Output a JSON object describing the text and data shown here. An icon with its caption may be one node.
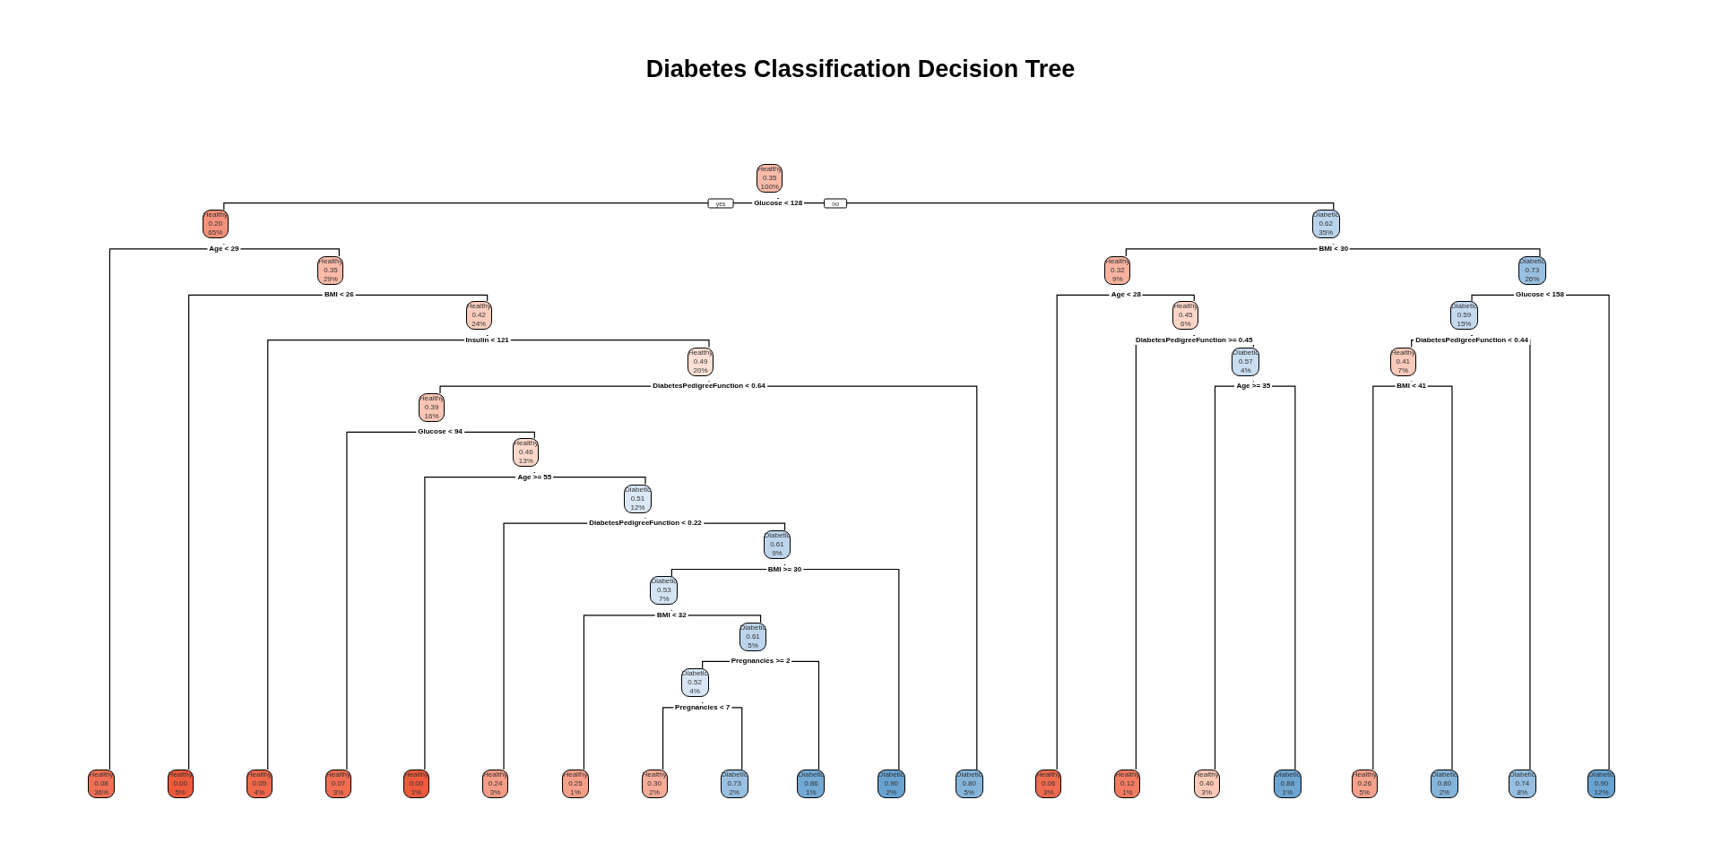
{
  "diagram": {
    "title": "Diabetes Classification Decision Tree",
    "nodes": [
      {
        "text": [
          "Healthy",
          "0.35",
          "100%"
        ]
      },
      {
        "text": [
          "Healthy",
          "0.20",
          "65%"
        ]
      },
      {
        "text": [
          "Diabetic",
          "0.62",
          "35%"
        ]
      },
      {
        "text": [
          "Healthy",
          "0.35",
          "29%"
        ]
      },
      {
        "text": [
          "Healthy",
          "0.32",
          "9%"
        ]
      },
      {
        "text": [
          "Diabetic",
          "0.73",
          "26%"
        ]
      },
      {
        "text": [
          "Healthy",
          "0.42",
          "24%"
        ]
      },
      {
        "text": [
          "Healthy",
          "0.45",
          "6%"
        ]
      },
      {
        "text": [
          "Diabetic",
          "0.59",
          "15%"
        ]
      },
      {
        "text": [
          "Healthy",
          "0.49",
          "20%"
        ]
      },
      {
        "text": [
          "Diabetic",
          "0.57",
          "4%"
        ]
      },
      {
        "text": [
          "Healthy",
          "0.41",
          "7%"
        ]
      },
      {
        "text": [
          "Healthy",
          "0.39",
          "16%"
        ]
      },
      {
        "text": [
          "Healthy",
          "0.46",
          "13%"
        ]
      },
      {
        "text": [
          "Diabetic",
          "0.51",
          "12%"
        ]
      },
      {
        "text": [
          "Diabetic",
          "0.61",
          "9%"
        ]
      },
      {
        "text": [
          "Diabetic",
          "0.53",
          "7%"
        ]
      },
      {
        "text": [
          "Diabetic",
          "0.61",
          "5%"
        ]
      },
      {
        "text": [
          "Diabetic",
          "0.52",
          "4%"
        ]
      },
      {
        "text": [
          "Healthy",
          "0.08",
          "36%"
        ]
      },
      {
        "text": [
          "Healthy",
          "0.00",
          "5%"
        ]
      },
      {
        "text": [
          "Healthy",
          "0.05",
          "4%"
        ]
      },
      {
        "text": [
          "Healthy",
          "0.07",
          "3%"
        ]
      },
      {
        "text": [
          "Healthy",
          "0.00",
          "1%"
        ]
      },
      {
        "text": [
          "Healthy",
          "0.24",
          "3%"
        ]
      },
      {
        "text": [
          "Healthy",
          "0.25",
          "1%"
        ]
      },
      {
        "text": [
          "Healthy",
          "0.30",
          "2%"
        ]
      },
      {
        "text": [
          "Diabetic",
          "0.73",
          "2%"
        ]
      },
      {
        "text": [
          "Diabetic",
          "0.86",
          "1%"
        ]
      },
      {
        "text": [
          "Diabetic",
          "0.90",
          "2%"
        ]
      },
      {
        "text": [
          "Diabetic",
          "0.80",
          "5%"
        ]
      },
      {
        "text": [
          "Healthy",
          "0.06",
          "3%"
        ]
      },
      {
        "text": [
          "Healthy",
          "0.12",
          "1%"
        ]
      },
      {
        "text": [
          "Healthy",
          "0.40",
          "3%"
        ]
      },
      {
        "text": [
          "Diabetic",
          "0.88",
          "1%"
        ]
      },
      {
        "text": [
          "Healthy",
          "0.26",
          "5%"
        ]
      },
      {
        "text": [
          "Diabetic",
          "0.80",
          "2%"
        ]
      },
      {
        "text": [
          "Diabetic",
          "0.74",
          "8%"
        ]
      },
      {
        "text": [
          "Diabetic",
          "0.90",
          "12%"
        ]
      }
    ],
    "edges": [
      {
        "from": 0,
        "to": 1,
        "arrow": "none",
        "label": "yes"
      },
      {
        "from": 0,
        "to": 2,
        "arrow": "none",
        "label": "no"
      },
      {
        "from": 1,
        "to": 19,
        "arrow": "none"
      },
      {
        "from": 1,
        "to": 3,
        "arrow": "none"
      },
      {
        "from": 3,
        "to": 20,
        "arrow": "none"
      },
      {
        "from": 3,
        "to": 6,
        "arrow": "none"
      },
      {
        "from": 6,
        "to": 21,
        "arrow": "none"
      },
      {
        "from": 6,
        "to": 9,
        "arrow": "none"
      },
      {
        "from": 9,
        "to": 12,
        "arrow": "none"
      },
      {
        "from": 9,
        "to": 30,
        "arrow": "none"
      },
      {
        "from": 12,
        "to": 22,
        "arrow": "none"
      },
      {
        "from": 12,
        "to": 13,
        "arrow": "none"
      },
      {
        "from": 13,
        "to": 23,
        "arrow": "none"
      },
      {
        "from": 13,
        "to": 14,
        "arrow": "none"
      },
      {
        "from": 14,
        "to": 24,
        "arrow": "none"
      },
      {
        "from": 14,
        "to": 15,
        "arrow": "none"
      },
      {
        "from": 15,
        "to": 16,
        "arrow": "none"
      },
      {
        "from": 15,
        "to": 29,
        "arrow": "none"
      },
      {
        "from": 16,
        "to": 25,
        "arrow": "none"
      },
      {
        "from": 16,
        "to": 17,
        "arrow": "none"
      },
      {
        "from": 17,
        "to": 18,
        "arrow": "none"
      },
      {
        "from": 17,
        "to": 28,
        "arrow": "none"
      },
      {
        "from": 18,
        "to": 26,
        "arrow": "none"
      },
      {
        "from": 18,
        "to": 27,
        "arrow": "none"
      },
      {
        "from": 2,
        "to": 4,
        "arrow": "none"
      },
      {
        "from": 2,
        "to": 5,
        "arrow": "none"
      },
      {
        "from": 4,
        "to": 31,
        "arrow": "none"
      },
      {
        "from": 4,
        "to": 7,
        "arrow": "none"
      },
      {
        "from": 7,
        "to": 32,
        "arrow": "none"
      },
      {
        "from": 7,
        "to": 10,
        "arrow": "none"
      },
      {
        "from": 10,
        "to": 33,
        "arrow": "none"
      },
      {
        "from": 10,
        "to": 34,
        "arrow": "none"
      },
      {
        "from": 5,
        "to": 8,
        "arrow": "none"
      },
      {
        "from": 5,
        "to": 38,
        "arrow": "none"
      },
      {
        "from": 8,
        "to": 11,
        "arrow": "none"
      },
      {
        "from": 8,
        "to": 37,
        "arrow": "none"
      },
      {
        "from": 11,
        "to": 35,
        "arrow": "none"
      },
      {
        "from": 11,
        "to": 36,
        "arrow": "none"
      }
    ],
    "labels": [
      "Glucose < 128",
      "Age < 29",
      "BMI < 30",
      "BMI < 26",
      "Age < 28",
      "Glucose < 158",
      "Insulin < 121",
      "DiabetesPedigreeFunction >= 0.45",
      "DiabetesPedigreeFunction < 0.44",
      "DiabetesPedigreeFunction < 0.64",
      "Age >= 35",
      "BMI < 41",
      "Glucose < 94",
      "Age >= 55",
      "DiabetesPedigreeFunction < 0.22",
      "BMI >= 30",
      "BMI < 32",
      "Pregnancies >= 2",
      "Pregnancies < 7"
    ]
  }
}
